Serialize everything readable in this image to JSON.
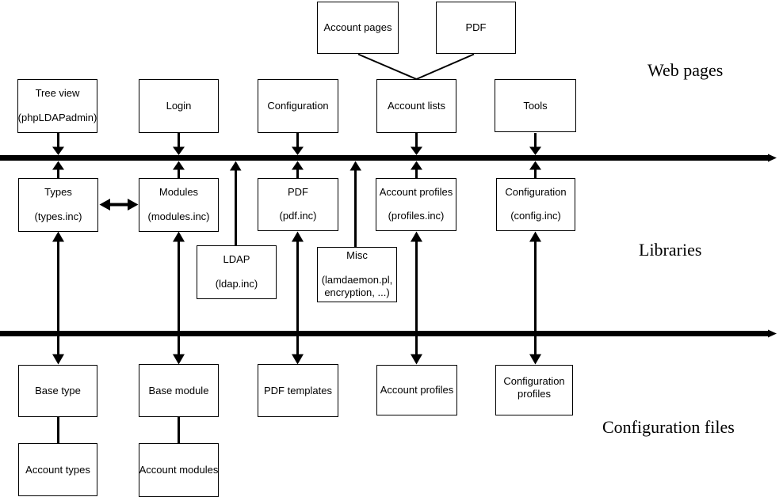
{
  "section_labels": {
    "web_pages": "Web pages",
    "libraries": "Libraries",
    "config_files": "Configuration files"
  },
  "boxes": {
    "account_pages": {
      "label": "Account pages"
    },
    "pdf_page": {
      "label": "PDF"
    },
    "tree_view": {
      "line1": "Tree view",
      "line2": "(phpLDAPadmin)"
    },
    "login": {
      "label": "Login"
    },
    "configuration_page": {
      "label": "Configuration"
    },
    "account_lists": {
      "label": "Account lists"
    },
    "tools": {
      "label": "Tools"
    },
    "types": {
      "line1": "Types",
      "line2": "(types.inc)"
    },
    "modules": {
      "line1": "Modules",
      "line2": "(modules.inc)"
    },
    "pdf_lib": {
      "line1": "PDF",
      "line2": "(pdf.inc)"
    },
    "account_profiles_lib": {
      "line1": "Account profiles",
      "line2": "(profiles.inc)"
    },
    "configuration_lib": {
      "line1": "Configuration",
      "line2": "(config.inc)"
    },
    "ldap": {
      "line1": "LDAP",
      "line2": "(ldap.inc)"
    },
    "misc": {
      "line1": "Misc",
      "line2": "(lamdaemon.pl,",
      "line3": "encryption, ...)"
    },
    "base_type": {
      "label": "Base type"
    },
    "base_module": {
      "label": "Base module"
    },
    "pdf_templates": {
      "label": "PDF templates"
    },
    "account_profiles_file": {
      "label": "Account profiles"
    },
    "configuration_profiles_file": {
      "line1": "Configuration",
      "line2": "profiles"
    },
    "account_types": {
      "label": "Account types"
    },
    "account_modules": {
      "label": "Account modules"
    }
  },
  "colors": {
    "ink": "#000000",
    "background": "#ffffff"
  }
}
